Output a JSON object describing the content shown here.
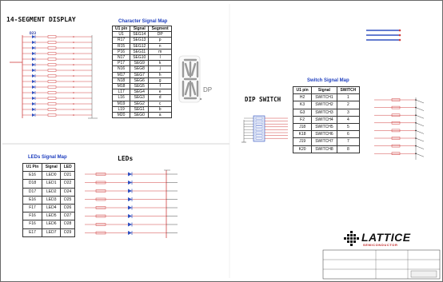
{
  "segment_display": {
    "title": "14-SEGMENT DISPLAY",
    "ref": "D23",
    "dp_label": "DP",
    "map_title": "Character Signal Map",
    "headers": [
      "U1 pin",
      "Signal",
      "Segment"
    ],
    "rows": [
      [
        "U1",
        "SEG14",
        "DP"
      ],
      [
        "R17",
        "SEG13",
        "p"
      ],
      [
        "R15",
        "SEG12",
        "n"
      ],
      [
        "P16",
        "SEG11",
        "m"
      ],
      [
        "N17",
        "SEG10",
        "l"
      ],
      [
        "P17",
        "SEG9",
        "k"
      ],
      [
        "N16",
        "SEG8",
        "j"
      ],
      [
        "M17",
        "SEG7",
        "h"
      ],
      [
        "N18",
        "SEG6",
        "g"
      ],
      [
        "M18",
        "SEG5",
        "f"
      ],
      [
        "L17",
        "SEG4",
        "e"
      ],
      [
        "L16",
        "SEG3",
        "d"
      ],
      [
        "M19",
        "SEG2",
        "c"
      ],
      [
        "L19",
        "SEG1",
        "b"
      ],
      [
        "M20",
        "SEG0",
        "a"
      ]
    ]
  },
  "dip_switch": {
    "title": "DIP SWITCH",
    "map_title": "Switch Signal Map",
    "headers": [
      "U1 pin",
      "Signal",
      "SWITCH"
    ],
    "rows": [
      [
        "H2",
        "SWITCH1",
        "1"
      ],
      [
        "K3",
        "SWITCH2",
        "2"
      ],
      [
        "G3",
        "SWITCH3",
        "3"
      ],
      [
        "F2",
        "SWITCH4",
        "4"
      ],
      [
        "J18",
        "SWITCH5",
        "5"
      ],
      [
        "K18",
        "SWITCH6",
        "6"
      ],
      [
        "J19",
        "SWITCH7",
        "7"
      ],
      [
        "K20",
        "SWITCH8",
        "8"
      ]
    ]
  },
  "leds": {
    "title": "LEDs",
    "map_title": "LEDs Signal Map",
    "headers": [
      "U1 Pin",
      "Signal",
      "LED"
    ],
    "rows": [
      [
        "E16",
        "LED0",
        "D21"
      ],
      [
        "D18",
        "LED1",
        "D22"
      ],
      [
        "D17",
        "LED2",
        "D24"
      ],
      [
        "E16",
        "LED3",
        "D25"
      ],
      [
        "F17",
        "LED4",
        "D26"
      ],
      [
        "F16",
        "LED5",
        "D27"
      ],
      [
        "F16",
        "LED6",
        "D28"
      ],
      [
        "E17",
        "LED7",
        "D29"
      ]
    ]
  },
  "logo": {
    "word": "LATTICE",
    "sub": "SEMICONDUCTOR"
  },
  "colors": {
    "wire": "#d04040",
    "bus": "#3050c0",
    "ink": "#222222",
    "title_blue": "#1f3fbf"
  }
}
